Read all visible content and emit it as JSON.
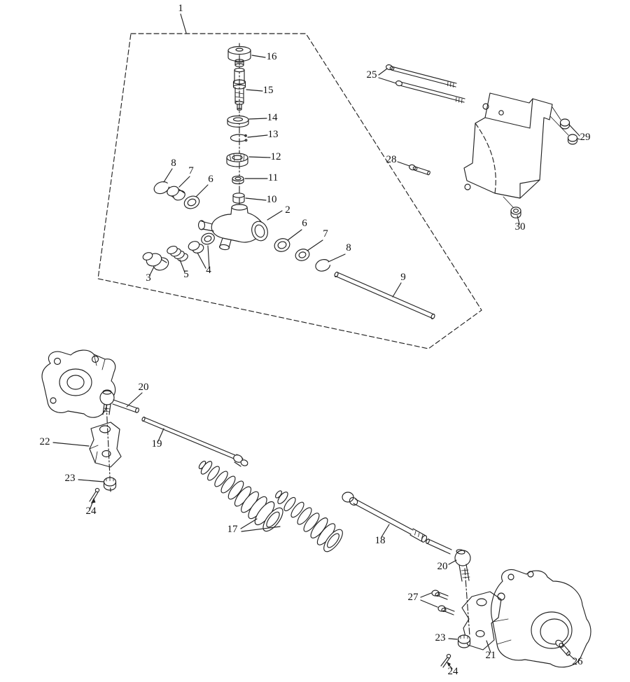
{
  "diagram": {
    "background_color": "#ffffff",
    "line_color": "#222222",
    "label_color": "#111111",
    "callouts": [
      "1",
      "16",
      "15",
      "14",
      "13",
      "12",
      "11",
      "10",
      "2",
      "8",
      "7",
      "6",
      "3",
      "5",
      "4",
      "6",
      "7",
      "8",
      "9",
      "25",
      "29",
      "28",
      "30",
      "20",
      "22",
      "23",
      "24",
      "19",
      "17",
      "18",
      "20",
      "27",
      "23",
      "21",
      "24",
      "26"
    ]
  }
}
